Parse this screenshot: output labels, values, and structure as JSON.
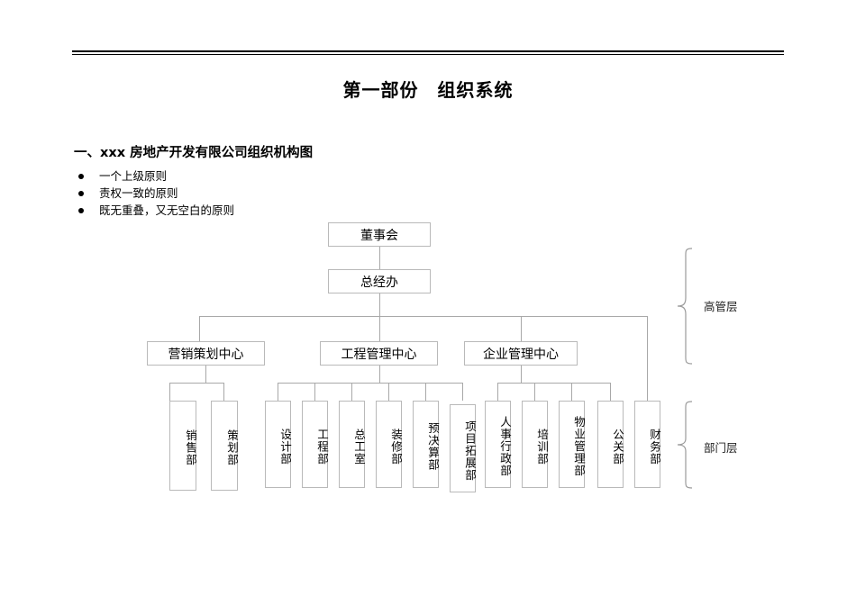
{
  "document": {
    "title": "第一部份　组织系统",
    "section_heading": "一、xxx 房地产开发有限公司组织机构图",
    "principles": [
      "一个上级原则",
      "责权一致的原则",
      "既无重叠，又无空白的原则"
    ]
  },
  "chart_data": {
    "type": "diagram",
    "title": "xxx 房地产开发有限公司组织机构图",
    "nodes": {
      "board": "董事会",
      "gm_office": "总经办",
      "center_marketing": "营销策划中心",
      "center_engineering": "工程管理中心",
      "center_enterprise": "企业管理中心",
      "dept_sales": "销售部",
      "dept_planning": "策划部",
      "dept_design": "设计部",
      "dept_engineering": "工程部",
      "dept_chief_engineer": "总工室",
      "dept_decoration": "装修部",
      "dept_budget": "预决算部",
      "dept_project_dev": "项目拓展部",
      "dept_hr_admin": "人事行政部",
      "dept_training": "培训部",
      "dept_property": "物业管理部",
      "dept_pr": "公关部",
      "dept_finance": "财务部"
    },
    "layer_labels": {
      "executive": "高管层",
      "department": "部门层"
    },
    "hierarchy": [
      {
        "parent": "董事会",
        "children": [
          "总经办"
        ]
      },
      {
        "parent": "总经办",
        "children": [
          "营销策划中心",
          "工程管理中心",
          "企业管理中心",
          "财务部"
        ]
      },
      {
        "parent": "营销策划中心",
        "children": [
          "销售部",
          "策划部"
        ]
      },
      {
        "parent": "工程管理中心",
        "children": [
          "设计部",
          "工程部",
          "总工室",
          "装修部",
          "预决算部",
          "项目拓展部"
        ]
      },
      {
        "parent": "企业管理中心",
        "children": [
          "人事行政部",
          "培训部",
          "物业管理部",
          "公关部"
        ]
      }
    ],
    "layers": {
      "高管层": [
        "董事会",
        "总经办",
        "营销策划中心",
        "工程管理中心",
        "企业管理中心"
      ],
      "部门层": [
        "销售部",
        "策划部",
        "设计部",
        "工程部",
        "总工室",
        "装修部",
        "预决算部",
        "项目拓展部",
        "人事行政部",
        "培训部",
        "物业管理部",
        "公关部",
        "财务部"
      ]
    },
    "colors": {
      "box_border": "#b9b9b9",
      "connector": "#a8a8a8",
      "text": "#000000",
      "background": "#ffffff"
    }
  }
}
